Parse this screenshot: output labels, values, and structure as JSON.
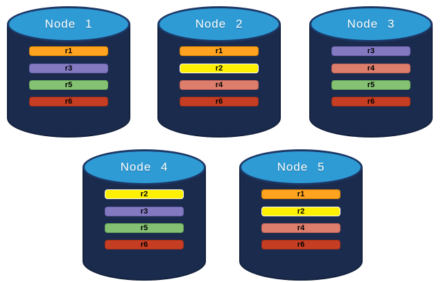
{
  "diagram": {
    "description": "Five database nodes, each storing a subset of replicas r1-r6"
  },
  "nodes": [
    {
      "label": "Node 1",
      "replicas": [
        "r1",
        "r3",
        "r5",
        "r6"
      ]
    },
    {
      "label": "Node 2",
      "replicas": [
        "r1",
        "r2",
        "r4",
        "r6"
      ]
    },
    {
      "label": "Node 3",
      "replicas": [
        "r3",
        "r4",
        "r5",
        "r6"
      ]
    },
    {
      "label": "Node 4",
      "replicas": [
        "r2",
        "r3",
        "r5",
        "r6"
      ]
    },
    {
      "label": "Node 5",
      "replicas": [
        "r1",
        "r2",
        "r4",
        "r6"
      ]
    }
  ],
  "colors": {
    "cylinder_body": "#1B2B4D",
    "cylinder_top": "#2E9BD5",
    "replica_colors": {
      "r1": "#FFA320",
      "r2": "#FDF000",
      "r3": "#8379C1",
      "r4": "#DD7D6C",
      "r5": "#84C172",
      "r6": "#C53E24"
    },
    "replica_borders": {
      "r1": "#E08900",
      "r2": "#FFFFFF",
      "r3": "#6D63AE",
      "r4": "#C66455",
      "r5": "#69A85A",
      "r6": "#A02E17"
    }
  }
}
